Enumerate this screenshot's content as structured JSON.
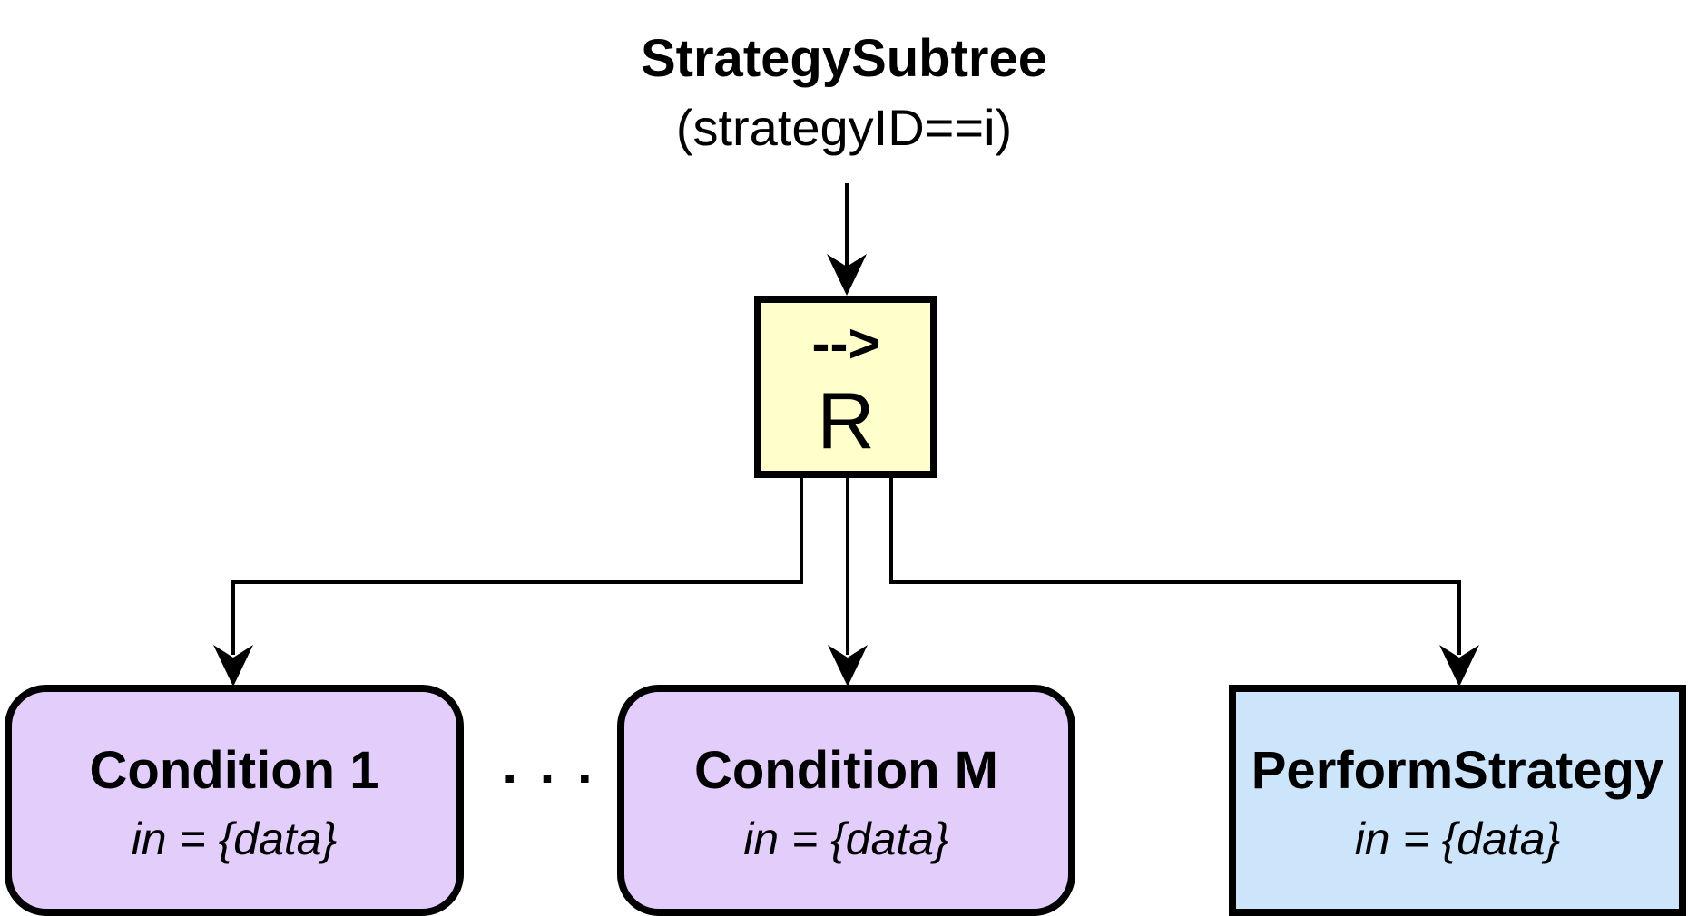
{
  "root": {
    "title": "StrategySubtree",
    "subtitle": "(strategyID==i)"
  },
  "sequence_node": {
    "symbol": "-->",
    "letter": "R",
    "fill_color": "#ffffcc"
  },
  "children": [
    {
      "title": "Condition 1",
      "param": "in = {data}",
      "kind": "condition",
      "fill_color": "#e2cdfb"
    },
    {
      "title": "Condition M",
      "param": "in = {data}",
      "kind": "condition",
      "fill_color": "#e2cdfb"
    },
    {
      "title": "PerformStrategy",
      "param": "in = {data}",
      "kind": "action",
      "fill_color": "#cce5fb"
    }
  ],
  "ellipsis": ". . ."
}
